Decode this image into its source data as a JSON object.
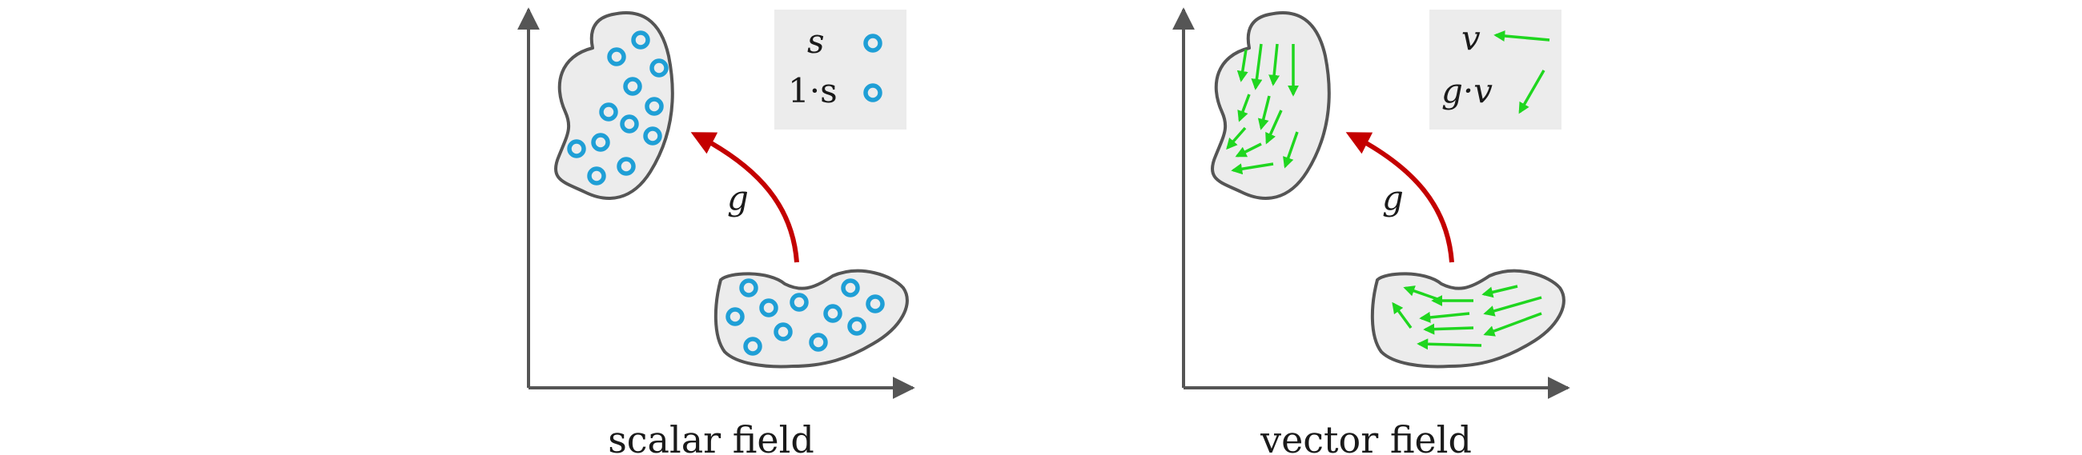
{
  "colors": {
    "scalar_marker": "#1f9fd6",
    "vector_arrow": "#1fd61f",
    "transform_arrow": "#c40000",
    "axis": "#555555",
    "blob_fill": "#ececec"
  },
  "left_panel": {
    "caption": "scalar field",
    "transform_label": "g",
    "legend": [
      {
        "label": "s",
        "marker": "circle"
      },
      {
        "label": "1·s",
        "marker": "circle"
      }
    ]
  },
  "right_panel": {
    "caption": "vector field",
    "transform_label": "g",
    "legend": [
      {
        "label": "v",
        "marker": "arrow"
      },
      {
        "label": "g·v",
        "marker": "arrow"
      }
    ]
  }
}
